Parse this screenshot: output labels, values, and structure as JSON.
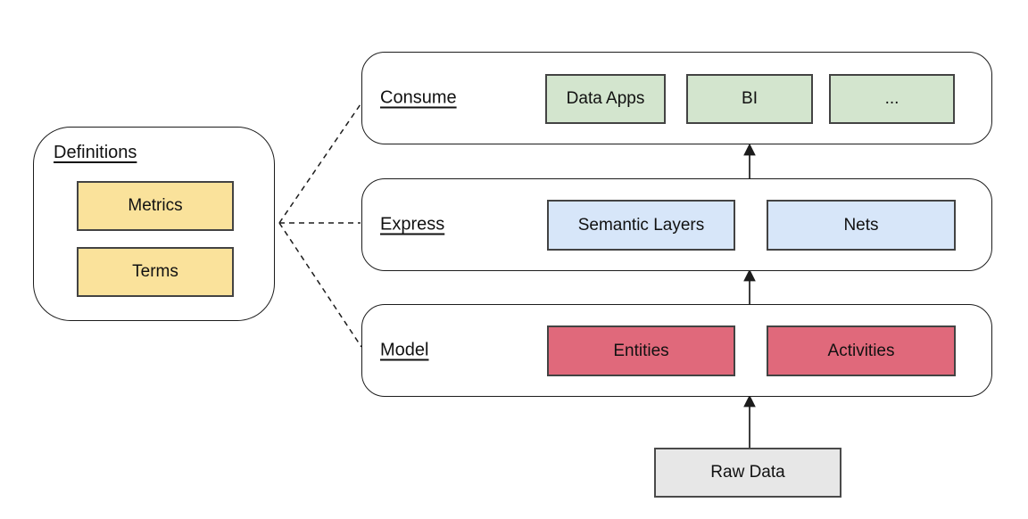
{
  "definitions": {
    "label": "Definitions",
    "items": [
      {
        "label": "Metrics"
      },
      {
        "label": "Terms"
      }
    ]
  },
  "layers": [
    {
      "label": "Consume",
      "items": [
        "Data Apps",
        "BI",
        "..."
      ]
    },
    {
      "label": "Express",
      "items": [
        "Semantic Layers",
        "Nets"
      ]
    },
    {
      "label": "Model",
      "items": [
        "Entities",
        "Activities"
      ]
    }
  ],
  "source": {
    "label": "Raw Data"
  },
  "colors": {
    "yellow": "#FAE29B",
    "green": "#D3E5CE",
    "blue": "#D7E6F9",
    "red": "#E0697B",
    "gray": "#E7E7E7",
    "box_border": "#434343",
    "container_border": "#1c1c1c",
    "connector": "#1c1c1c",
    "text": "#111111"
  }
}
